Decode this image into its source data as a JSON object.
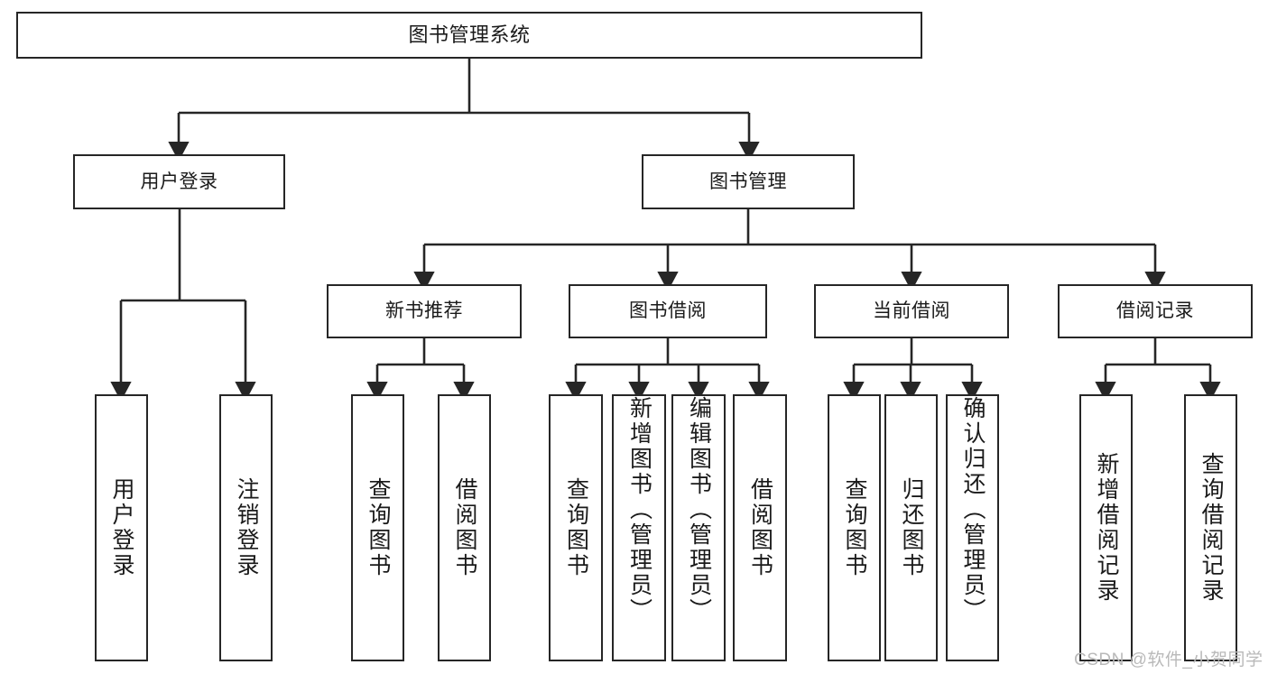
{
  "diagram": {
    "title": "图书管理系统",
    "type": "tree-hierarchy-functional-structure",
    "colors": {
      "box_border": "#262626",
      "box_fill": "#ffffff",
      "edge": "#262626",
      "text": "#1a1a1a",
      "watermark": "#b9b9b9",
      "background": "#ffffff"
    },
    "nodes": {
      "root": {
        "label": "图书管理系统"
      },
      "level2": [
        {
          "id": "user-login",
          "label": "用户登录"
        },
        {
          "id": "book-manage",
          "label": "图书管理"
        }
      ],
      "level3": [
        {
          "id": "new-book-recommend",
          "label": "新书推荐"
        },
        {
          "id": "book-borrow",
          "label": "图书借阅"
        },
        {
          "id": "current-borrow",
          "label": "当前借阅"
        },
        {
          "id": "borrow-record",
          "label": "借阅记录"
        }
      ],
      "leaves": {
        "user_login": [
          {
            "id": "leaf-user-login",
            "label": "用户登录"
          },
          {
            "id": "leaf-logout-login",
            "label": "注销登录"
          }
        ],
        "new_book_recommend": [
          {
            "id": "leaf-query-book-1",
            "label": "查询图书"
          },
          {
            "id": "leaf-borrow-book-1",
            "label": "借阅图书"
          }
        ],
        "book_borrow": [
          {
            "id": "leaf-query-book-2",
            "label": "查询图书"
          },
          {
            "id": "leaf-add-book-admin",
            "label": "新增图书（管理员）"
          },
          {
            "id": "leaf-edit-book-admin",
            "label": "编辑图书（管理员）"
          },
          {
            "id": "leaf-borrow-book-2",
            "label": "借阅图书"
          }
        ],
        "current_borrow": [
          {
            "id": "leaf-query-book-3",
            "label": "查询图书"
          },
          {
            "id": "leaf-return-book",
            "label": "归还图书"
          },
          {
            "id": "leaf-confirm-return-admin",
            "label": "确认归还（管理员）"
          }
        ],
        "borrow_record": [
          {
            "id": "leaf-add-borrow-record",
            "label": "新增借阅记录"
          },
          {
            "id": "leaf-query-borrow-record",
            "label": "查询借阅记录"
          }
        ]
      }
    },
    "watermark": "CSDN @软件_小贺同学"
  }
}
